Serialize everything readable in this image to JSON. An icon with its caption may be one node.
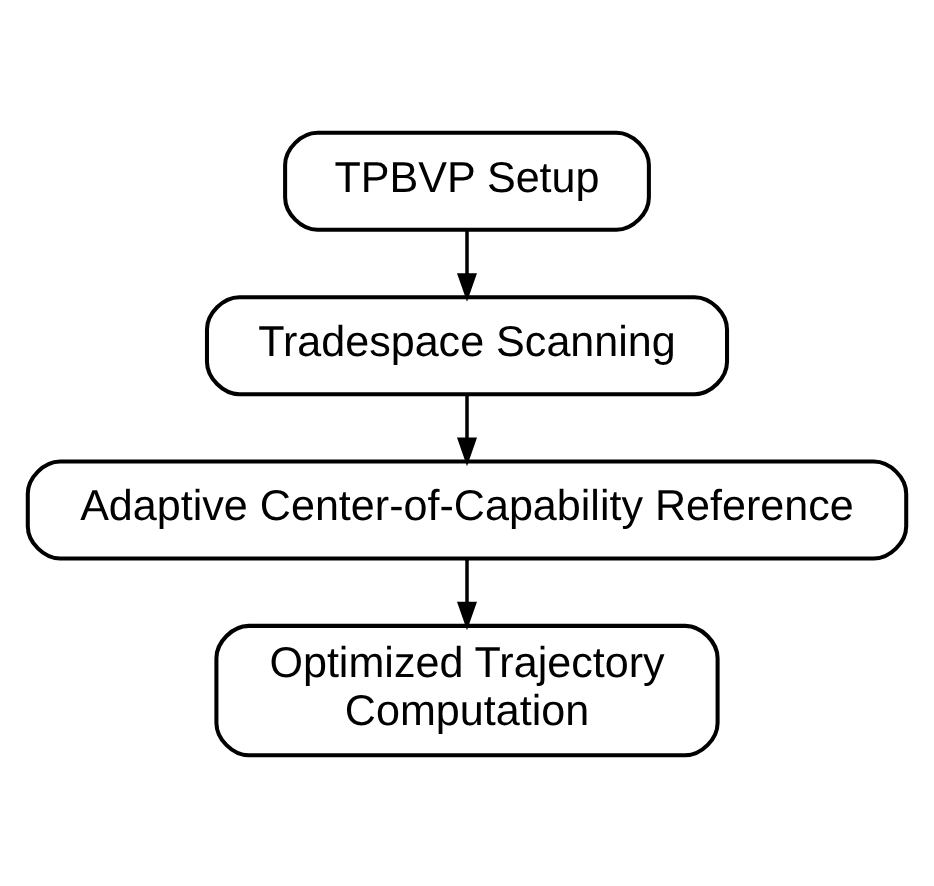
{
  "diagram": {
    "nodes": [
      {
        "text": [
          "TPBVP Setup"
        ]
      },
      {
        "text": [
          "Tradespace Scanning"
        ]
      },
      {
        "text": [
          "Adaptive Center-of-Capability Reference"
        ]
      },
      {
        "text": [
          "Optimized Trajectory Computation"
        ]
      }
    ],
    "edges": [
      {
        "from": 0,
        "to": 1,
        "arrow": "to"
      },
      {
        "from": 1,
        "to": 2,
        "arrow": "to"
      },
      {
        "from": 2,
        "to": 3,
        "arrow": "to"
      }
    ]
  }
}
